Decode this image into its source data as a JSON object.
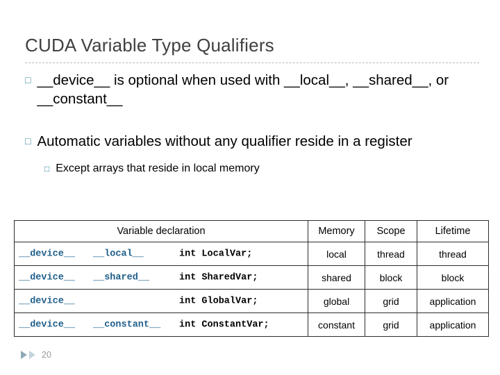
{
  "slide": {
    "title": "CUDA Variable Type Qualifiers",
    "page_number": "20",
    "bullets": [
      {
        "level": 1,
        "marker": "□",
        "text": "__device__ is optional when used with __local__, __shared__, or __constant__"
      },
      {
        "level": 1,
        "marker": "□",
        "text": "Automatic variables without any qualifier reside in a register"
      },
      {
        "level": 2,
        "marker": "□",
        "text": "Except arrays that reside in local memory"
      }
    ],
    "table": {
      "headers": [
        "Variable declaration",
        "Memory",
        "Scope",
        "Lifetime"
      ],
      "rows": [
        {
          "qualifier1": "__device__",
          "qualifier2": "__local__",
          "declaration": "int LocalVar;",
          "memory": "local",
          "scope": "thread",
          "lifetime": "thread"
        },
        {
          "qualifier1": "__device__",
          "qualifier2": "__shared__",
          "declaration": "int SharedVar;",
          "memory": "shared",
          "scope": "block",
          "lifetime": "block"
        },
        {
          "qualifier1": "__device__",
          "qualifier2": "",
          "declaration": "int GlobalVar;",
          "memory": "global",
          "scope": "grid",
          "lifetime": "application"
        },
        {
          "qualifier1": "__device__",
          "qualifier2": "__constant__",
          "declaration": "int ConstantVar;",
          "memory": "constant",
          "scope": "grid",
          "lifetime": "application"
        }
      ]
    },
    "colors": {
      "title": "#404040",
      "bullet_marker": "#31859c",
      "code_qualifier": "#1f5f8b",
      "rule": "#b8b8b8"
    }
  }
}
